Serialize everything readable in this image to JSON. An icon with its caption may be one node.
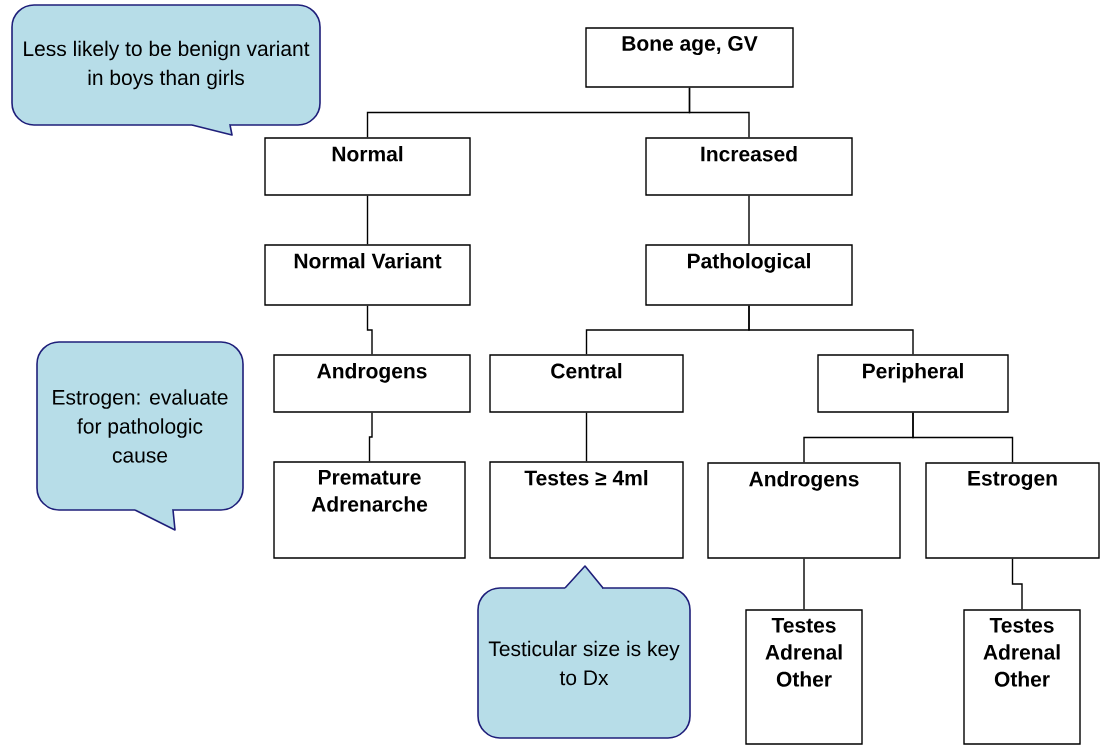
{
  "diagram": {
    "nodes": [
      {
        "text": [
          "Bone age, GV"
        ]
      },
      {
        "text": [
          "Normal"
        ]
      },
      {
        "text": [
          "Increased"
        ]
      },
      {
        "text": [
          "Normal Variant"
        ]
      },
      {
        "text": [
          "Pathological"
        ]
      },
      {
        "text": [
          "Androgens"
        ]
      },
      {
        "text": [
          "Central"
        ]
      },
      {
        "text": [
          "Peripheral"
        ]
      },
      {
        "text": [
          "Premature Adrenarche"
        ]
      },
      {
        "text": [
          "Testes ≥ 4ml"
        ]
      },
      {
        "text": [
          "Androgens"
        ]
      },
      {
        "text": [
          "Estrogen"
        ]
      },
      {
        "text": [
          "Testes Adrenal Other"
        ]
      },
      {
        "text": [
          "Testes Adrenal Other"
        ]
      },
      {
        "text": [
          "Less likely to be benign variant in boys than girls"
        ]
      },
      {
        "text": [
          "Testicular size is key to Dx"
        ]
      },
      {
        "text": [
          "Estrogen: evaluate for pathologic cause"
        ]
      }
    ],
    "edges": [
      {
        "from": 0,
        "to": 1,
        "arrow": "none"
      },
      {
        "from": 0,
        "to": 2,
        "arrow": "none"
      },
      {
        "from": 1,
        "to": 3,
        "arrow": "none"
      },
      {
        "from": 2,
        "to": 4,
        "arrow": "none"
      },
      {
        "from": 3,
        "to": 5,
        "arrow": "none"
      },
      {
        "from": 4,
        "to": 6,
        "arrow": "none"
      },
      {
        "from": 4,
        "to": 7,
        "arrow": "none"
      },
      {
        "from": 5,
        "to": 8,
        "arrow": "none"
      },
      {
        "from": 6,
        "to": 9,
        "arrow": "none"
      },
      {
        "from": 7,
        "to": 10,
        "arrow": "none"
      },
      {
        "from": 7,
        "to": 11,
        "arrow": "none"
      },
      {
        "from": 10,
        "to": 12,
        "arrow": "none"
      },
      {
        "from": 11,
        "to": 13,
        "arrow": "none"
      }
    ]
  }
}
